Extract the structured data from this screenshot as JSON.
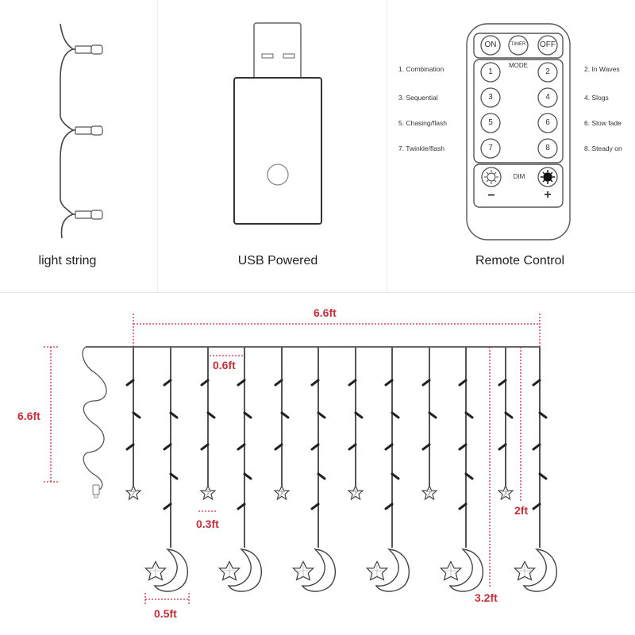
{
  "top_panels": [
    {
      "id": "light-string",
      "caption": "light string"
    },
    {
      "id": "usb",
      "caption": "USB Powered"
    },
    {
      "id": "remote",
      "caption": "Remote Control"
    }
  ],
  "remote": {
    "top_buttons": [
      "ON",
      "TIMER",
      "OFF"
    ],
    "mode_title": "MODE",
    "number_buttons": [
      "1",
      "2",
      "3",
      "4",
      "5",
      "6",
      "7",
      "8"
    ],
    "dim_label": "DIM",
    "minus": "−",
    "plus": "+"
  },
  "modes_left": [
    "1.  Combination",
    "3.  Sequential",
    "5.  Chasing/flash",
    "7.  Twinkle/flash"
  ],
  "modes_right": [
    "2.  In Waves",
    "4.  Slogs",
    "6.  Slow fade",
    "8.  Steady on"
  ],
  "dimensions": {
    "total_width": "6.6ft",
    "total_height": "6.6ft",
    "strand_spacing": "0.6ft",
    "star_width": "0.3ft",
    "moon_width": "0.5ft",
    "short_strand": "2ft",
    "long_strand": "3.2ft"
  },
  "colors": {
    "measure": "#c62f3a",
    "line": "#555555"
  }
}
